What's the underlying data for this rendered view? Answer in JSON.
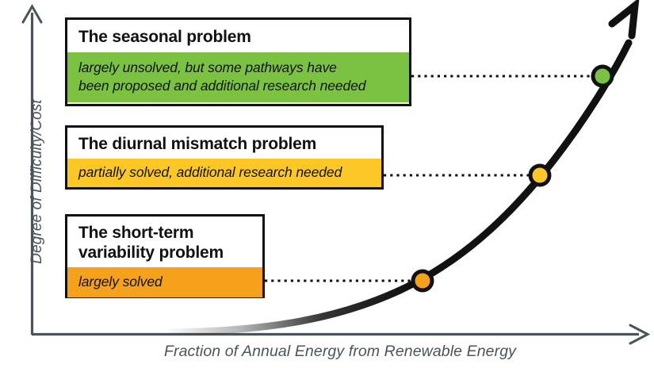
{
  "chart_data": {
    "type": "line",
    "title": "",
    "xlabel": "Fraction of Annual Energy from Renewable Energy",
    "ylabel": "Degree of Difficulty/Cost",
    "grid": false,
    "axis_ticks": false,
    "legend": "none",
    "description": "Conceptual exponential curve: degree of difficulty/cost rises with increasing fraction of annual energy from renewable energy.",
    "curve": {
      "shape": "exponential-increasing",
      "arrowhead": true,
      "color": "#111111",
      "fades_in_at_left": true
    },
    "x": [
      0.18,
      0.45,
      0.72,
      0.88,
      1.0
    ],
    "y": [
      0.0,
      0.18,
      0.49,
      0.8,
      1.0
    ],
    "points": [
      {
        "label": "The short-term variability problem",
        "x": 0.63,
        "y": 0.17,
        "color": "#f5a11c",
        "marker": "circle-outlined"
      },
      {
        "label": "The diurnal mismatch problem",
        "x": 0.82,
        "y": 0.49,
        "color": "#fdc726",
        "marker": "circle-outlined"
      },
      {
        "label": "The seasonal problem",
        "x": 0.92,
        "y": 0.79,
        "color": "#7cc242",
        "marker": "circle-outlined"
      }
    ]
  },
  "axes": {
    "y_label": "Degree of Difficulty/Cost",
    "x_label": "Fraction of Annual Energy from Renewable Energy",
    "color": "#4a545c"
  },
  "callouts": [
    {
      "id": "seasonal",
      "title": "The seasonal problem",
      "status_line1": "largely unsolved, but some pathways have",
      "status_line2": "been proposed and additional research needed",
      "status_color": "#7cc242"
    },
    {
      "id": "diurnal",
      "title": "The diurnal mismatch problem",
      "status_line1": "partially solved, additional research needed",
      "status_line2": "",
      "status_color": "#fdc726"
    },
    {
      "id": "short-term",
      "title_line1": "The short-term",
      "title_line2": "variability problem",
      "status_line1": "largely solved",
      "status_line2": "",
      "status_color": "#f5a11c"
    }
  ],
  "colors": {
    "green": "#7cc242",
    "yellow": "#fdc726",
    "orange": "#f5a11c",
    "axis": "#4a545c",
    "curve": "#111111",
    "background": "#ffffff"
  }
}
